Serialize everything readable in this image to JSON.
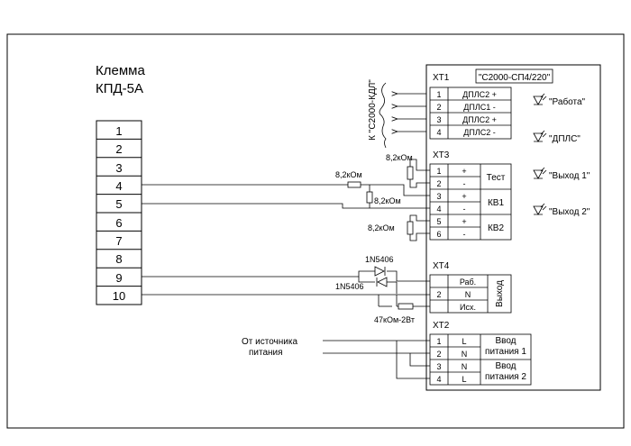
{
  "left": {
    "title_line1": "Клемма",
    "title_line2": "КПД-5А",
    "terminals": [
      "1",
      "2",
      "3",
      "4",
      "5",
      "6",
      "7",
      "8",
      "9",
      "10"
    ]
  },
  "device": {
    "name": "\"С2000-СП4/220\"",
    "leds": [
      "\"Работа\"",
      "\"ДПЛС\"",
      "\"Выход 1\"",
      "\"Выход 2\""
    ]
  },
  "xt1": {
    "label": "XT1",
    "rows": [
      {
        "n": "1",
        "sig": "ДПЛС2 +"
      },
      {
        "n": "2",
        "sig": "ДПЛС1 -"
      },
      {
        "n": "3",
        "sig": "ДПЛС2 +"
      },
      {
        "n": "4",
        "sig": "ДПЛС2 -"
      }
    ],
    "ext_label": "К \"С2000-КДЛ\""
  },
  "xt3": {
    "label": "XT3",
    "rows": [
      {
        "n": "1",
        "pol": "+"
      },
      {
        "n": "2",
        "pol": "-"
      },
      {
        "n": "3",
        "pol": "+"
      },
      {
        "n": "4",
        "pol": "-"
      },
      {
        "n": "5",
        "pol": "+"
      },
      {
        "n": "6",
        "pol": "-"
      }
    ],
    "groups": [
      "Тест",
      "КВ1",
      "КВ2"
    ],
    "resistors": [
      "8,2кОм",
      "8,2кОм",
      "8,2кОм",
      "8,2кОм"
    ]
  },
  "xt4": {
    "label": "XT4",
    "rows": [
      {
        "n": "",
        "sig": "Раб."
      },
      {
        "n": "2",
        "sig": "N"
      },
      {
        "n": "",
        "sig": "Исх."
      }
    ],
    "side_label": "Выход",
    "diodes": [
      "1N5406",
      "1N5406"
    ],
    "resistor": "47кОм-2Вт"
  },
  "xt2": {
    "label": "XT2",
    "rows": [
      {
        "n": "1",
        "sig": "L"
      },
      {
        "n": "2",
        "sig": "N"
      },
      {
        "n": "3",
        "sig": "N"
      },
      {
        "n": "4",
        "sig": "L"
      }
    ],
    "group1_line1": "Ввод",
    "group1_line2": "питания 1",
    "group2_line1": "Ввод",
    "group2_line2": "питания 2",
    "source_line1": "От источника",
    "source_line2": "питания"
  }
}
